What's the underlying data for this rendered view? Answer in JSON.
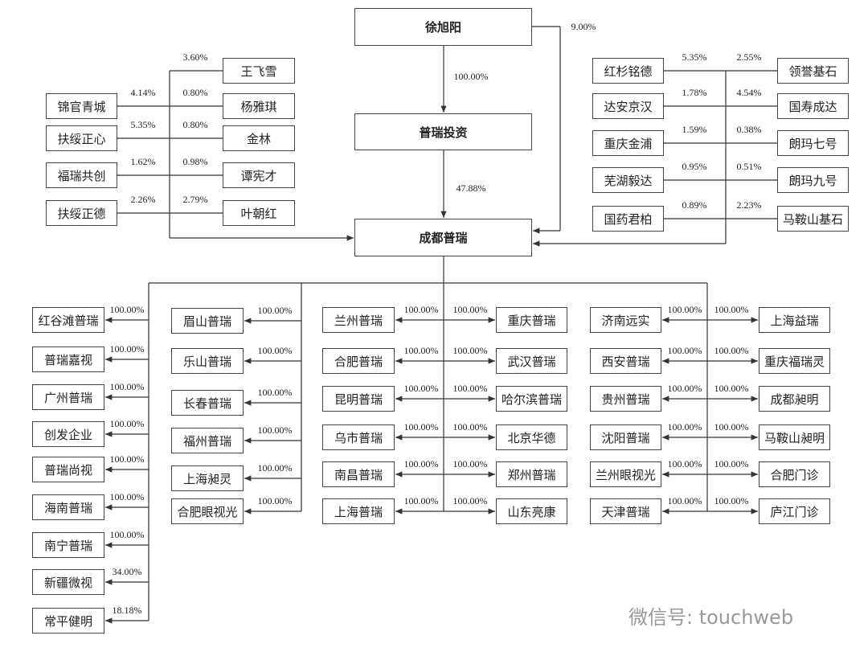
{
  "top": {
    "person": "徐旭阳",
    "holding": "普瑞投资",
    "company": "成都普瑞",
    "pct_person_to_holding": "100.00%",
    "pct_holding_to_company": "47.88%",
    "pct_person_direct": "9.00%"
  },
  "left_shareholders": {
    "left": [
      {
        "name": "锦官青城",
        "pct": "4.14%"
      },
      {
        "name": "扶绥正心",
        "pct": "5.35%"
      },
      {
        "name": "福瑞共创",
        "pct": "1.62%"
      },
      {
        "name": "扶绥正德",
        "pct": "2.26%"
      }
    ],
    "right": [
      {
        "name": "王飞雪",
        "pct": "3.60%"
      },
      {
        "name": "杨雅琪",
        "pct": "0.80%"
      },
      {
        "name": "金林",
        "pct": "0.80%"
      },
      {
        "name": "谭宪才",
        "pct": "0.98%"
      },
      {
        "name": "叶朝红",
        "pct": "2.79%"
      }
    ]
  },
  "right_shareholders": {
    "left": [
      {
        "name": "红杉铭德",
        "pct": "5.35%"
      },
      {
        "name": "达安京汉",
        "pct": "1.78%"
      },
      {
        "name": "重庆金浦",
        "pct": "1.59%"
      },
      {
        "name": "芜湖毅达",
        "pct": "0.95%"
      },
      {
        "name": "国药君柏",
        "pct": "0.89%"
      }
    ],
    "right": [
      {
        "name": "领誉基石",
        "pct": "2.55%"
      },
      {
        "name": "国寿成达",
        "pct": "4.54%"
      },
      {
        "name": "朗玛七号",
        "pct": "0.38%"
      },
      {
        "name": "朗玛九号",
        "pct": "0.51%"
      },
      {
        "name": "马鞍山基石",
        "pct": "2.23%"
      }
    ]
  },
  "subsidiaries": {
    "col1": [
      {
        "name": "红谷滩普瑞",
        "pct": "100.00%"
      },
      {
        "name": "普瑞嘉视",
        "pct": "100.00%"
      },
      {
        "name": "广州普瑞",
        "pct": "100.00%"
      },
      {
        "name": "创发企业",
        "pct": "100.00%"
      },
      {
        "name": "普瑞尚视",
        "pct": "100.00%"
      },
      {
        "name": "海南普瑞",
        "pct": "100.00%"
      },
      {
        "name": "南宁普瑞",
        "pct": "100.00%"
      },
      {
        "name": "新疆微视",
        "pct": "34.00%"
      },
      {
        "name": "常平健明",
        "pct": "18.18%"
      }
    ],
    "col2": [
      {
        "name": "眉山普瑞",
        "pct": "100.00%"
      },
      {
        "name": "乐山普瑞",
        "pct": "100.00%"
      },
      {
        "name": "长春普瑞",
        "pct": "100.00%"
      },
      {
        "name": "福州普瑞",
        "pct": "100.00%"
      },
      {
        "name": "上海昶灵",
        "pct": "100.00%"
      },
      {
        "name": "合肥眼视光",
        "pct": "100.00%"
      }
    ],
    "col3_left": [
      {
        "name": "兰州普瑞",
        "pct": "100.00%"
      },
      {
        "name": "合肥普瑞",
        "pct": "100.00%"
      },
      {
        "name": "昆明普瑞",
        "pct": "100.00%"
      },
      {
        "name": "乌市普瑞",
        "pct": "100.00%"
      },
      {
        "name": "南昌普瑞",
        "pct": "100.00%"
      },
      {
        "name": "上海普瑞",
        "pct": "100.00%"
      }
    ],
    "col3_right": [
      {
        "name": "重庆普瑞",
        "pct": "100.00%"
      },
      {
        "name": "武汉普瑞",
        "pct": "100.00%"
      },
      {
        "name": "哈尔滨普瑞",
        "pct": "100.00%"
      },
      {
        "name": "北京华德",
        "pct": "100.00%"
      },
      {
        "name": "郑州普瑞",
        "pct": "100.00%"
      },
      {
        "name": "山东亮康",
        "pct": "100.00%"
      }
    ],
    "col4_left": [
      {
        "name": "济南远实",
        "pct": "100.00%"
      },
      {
        "name": "西安普瑞",
        "pct": "100.00%"
      },
      {
        "name": "贵州普瑞",
        "pct": "100.00%"
      },
      {
        "name": "沈阳普瑞",
        "pct": "100.00%"
      },
      {
        "name": "兰州眼视光",
        "pct": "100.00%"
      },
      {
        "name": "天津普瑞",
        "pct": "100.00%"
      }
    ],
    "col4_right": [
      {
        "name": "上海益瑞",
        "pct": "100.00%"
      },
      {
        "name": "重庆福瑞灵",
        "pct": "100.00%"
      },
      {
        "name": "成都昶明",
        "pct": "100.00%"
      },
      {
        "name": "马鞍山昶明",
        "pct": "100.00%"
      },
      {
        "name": "合肥门诊",
        "pct": "100.00%"
      },
      {
        "name": "庐江门诊",
        "pct": "100.00%"
      }
    ]
  },
  "watermark": "微信号: touchweb"
}
